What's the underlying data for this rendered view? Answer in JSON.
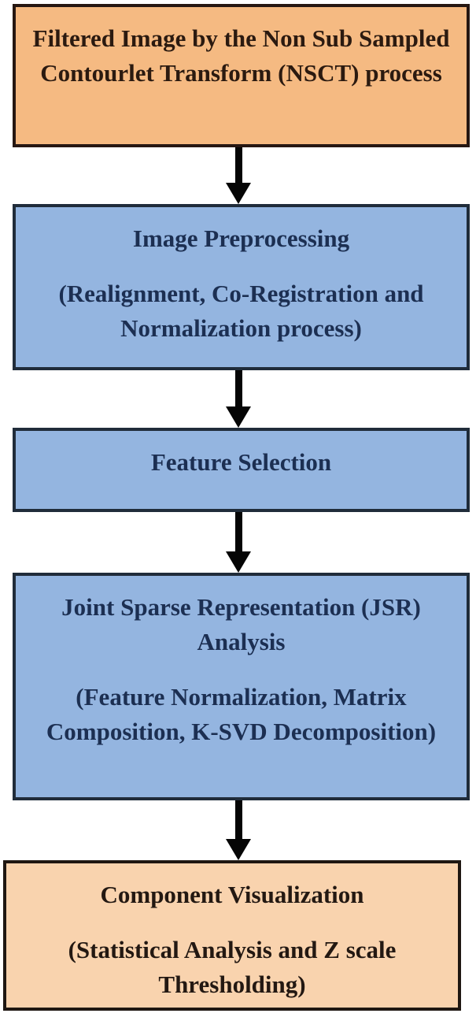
{
  "diagram": {
    "type": "flowchart",
    "direction": "top-down",
    "background_color": "#ffffff",
    "arrow_color": "#050505",
    "steps": [
      {
        "title": "Filtered Image by the Non Sub Sampled Contourlet Transform (NSCT) process",
        "subtitle": "",
        "bg": "#f5ba82",
        "border_color": "#261712",
        "text_color": "#2b1a10"
      },
      {
        "title": "Image Preprocessing",
        "subtitle": "(Realignment, Co-Registration and Normalization process)",
        "bg": "#94b5e0",
        "border_color": "#202c3a",
        "text_color": "#1c2f52"
      },
      {
        "title": "Feature Selection",
        "subtitle": "",
        "bg": "#94b5e0",
        "border_color": "#202c3a",
        "text_color": "#1c2f52"
      },
      {
        "title": "Joint Sparse Representation (JSR) Analysis",
        "subtitle": "(Feature Normalization, Matrix Composition, K-SVD Decomposition)",
        "bg": "#94b5e0",
        "border_color": "#202c3a",
        "text_color": "#1c2f52"
      },
      {
        "title": "Component Visualization",
        "subtitle": "(Statistical Analysis and Z scale Thresholding)",
        "bg": "#f9d3ae",
        "border_color": "#1f1712",
        "text_color": "#231812"
      }
    ]
  }
}
